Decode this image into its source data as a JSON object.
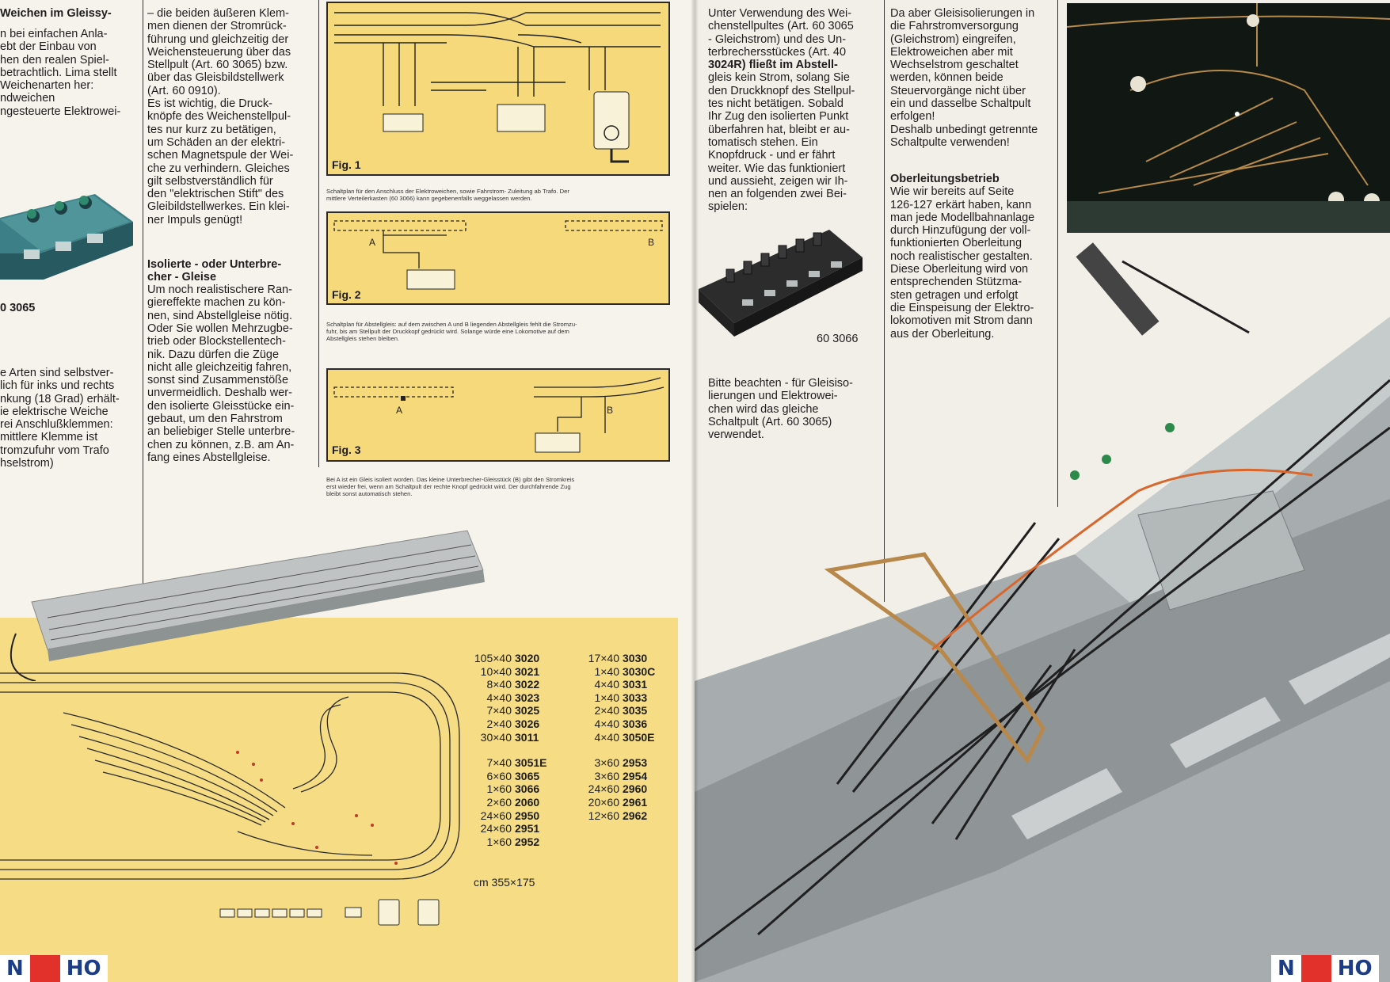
{
  "left": {
    "col1": {
      "heading": "Weichen im Gleissy-",
      "lines": [
        "n bei einfachen Anla-",
        "ebt der Einbau von",
        "hen den realen Spiel-",
        "betrachtlich. Lima stellt",
        "Weichenarten her:",
        "ndweichen",
        "ngesteuerte Elektrowei-"
      ],
      "product_label": "0 3065",
      "lines2": [
        "e Arten sind selbstver-",
        "lich für inks und rechts",
        "nkung (18 Grad) erhält-",
        "ie elektrische Weiche",
        "rei Anschlußklemmen:",
        "mittlere Klemme ist",
        "tromzufuhr vom Trafo",
        "hselstrom)"
      ]
    },
    "col2": {
      "lines": [
        "– die beiden äußeren Klem-",
        "men dienen der Stromrück-",
        "führung und gleichzeitig der",
        "Weichensteuerung über das",
        "Stellpult (Art. 60 3065) bzw.",
        "über das Gleisbildstellwerk",
        "(Art. 60 0910).",
        "Es ist wichtig, die Druck-",
        "knöpfe des Weichenstellpul-",
        "tes nur kurz zu betätigen,",
        "um Schäden an der elektri-",
        "schen Magnetspule der Wei-",
        "che zu verhindern. Gleiches",
        "gilt selbstverständlich für",
        "den \"elektrischen Stift\" des",
        "Gleibildstellwerkes. Ein klei-",
        "ner Impuls genügt!"
      ],
      "heading": [
        "Isolierte - oder Unterbre-",
        "cher - Gleise"
      ],
      "lines2": [
        "Um noch realistischere Ran-",
        "giereffekte machen zu kön-",
        "nen, sind Abstellgleise nötig.",
        "Oder Sie wollen Mehrzugbe-",
        "trieb oder Blockstellentech-",
        "nik. Dazu dürfen die Züge",
        "nicht alle gleichzeitig fahren,",
        "sonst sind Zusammenstöße",
        "unvermeidlich. Deshalb wer-",
        "den isolierte Gleisstücke ein-",
        "gebaut, um den Fahrstrom",
        "an beliebiger Stelle unterbre-",
        "chen zu können, z.B. am An-",
        "fang eines Abstellgleise."
      ]
    },
    "fig1": {
      "label": "Fig. 1",
      "caption": [
        "Schaltplan für den Anschluss der Elektroweichen, sowie Fahrstrom- Zuleitung ab Trafo. Der",
        "mittlere Verteilerkasten (60 3066) kann gegebenenfalls weggelassen werden."
      ]
    },
    "fig2": {
      "label": "Fig. 2",
      "point_a": "A",
      "point_b": "B",
      "caption": [
        "Schaltplan für Abstellgleis: auf dem zwischen A und B liegenden Abstellgleis fehlt die Stromzu-",
        "fuhr, bis am Stellpult der Druckkopf gedrückt wird. Solange würde eine Lokomotive auf dem",
        "Abstellgleis stehen bleiben."
      ]
    },
    "fig3": {
      "label": "Fig. 3",
      "point_a": "A",
      "point_b": "B",
      "caption": [
        "Bei A ist ein Gleis isoliert worden. Das kleine Unterbrecher-Gleisstück (B) gibt den Stromkreis",
        "erst wieder frei, wenn am Schaltpult der rechte Knopf gedrückt wird. Der durchfahrende Zug",
        "bleibt sonst automatisch stehen."
      ]
    },
    "tracklist_col1": [
      {
        "qty": "105×40",
        "art": "3020"
      },
      {
        "qty": "10×40",
        "art": "3021"
      },
      {
        "qty": "8×40",
        "art": "3022"
      },
      {
        "qty": "4×40",
        "art": "3023"
      },
      {
        "qty": "7×40",
        "art": "3025"
      },
      {
        "qty": "2×40",
        "art": "3026"
      },
      {
        "qty": "30×40",
        "art": "3011"
      },
      {
        "qty": "",
        "art": ""
      },
      {
        "qty": "7×40",
        "art": "3051E"
      },
      {
        "qty": "6×60",
        "art": "3065"
      },
      {
        "qty": "1×60",
        "art": "3066"
      },
      {
        "qty": "2×60",
        "art": "2060"
      },
      {
        "qty": "24×60",
        "art": "2950"
      },
      {
        "qty": "24×60",
        "art": "2951"
      },
      {
        "qty": "1×60",
        "art": "2952"
      }
    ],
    "tracklist_col2": [
      {
        "qty": "17×40",
        "art": "3030"
      },
      {
        "qty": "1×40",
        "art": "3030C"
      },
      {
        "qty": "4×40",
        "art": "3031"
      },
      {
        "qty": "1×40",
        "art": "3033"
      },
      {
        "qty": "2×40",
        "art": "3035"
      },
      {
        "qty": "4×40",
        "art": "3036"
      },
      {
        "qty": "4×40",
        "art": "3050E"
      },
      {
        "qty": "",
        "art": ""
      },
      {
        "qty": "3×60",
        "art": "2953"
      },
      {
        "qty": "3×60",
        "art": "2954"
      },
      {
        "qty": "24×60",
        "art": "2960"
      },
      {
        "qty": "20×60",
        "art": "2961"
      },
      {
        "qty": "12×60",
        "art": "2962"
      }
    ],
    "dimensions": "cm 355×175",
    "logo": {
      "n": "N",
      "ho": "HO"
    }
  },
  "right": {
    "col1": {
      "lines": [
        "Unter Verwendung des Wei-",
        "chenstellpultes (Art. 60 3065",
        "- Gleichstrom) und des Un-",
        "terbrechersstückes (Art. 40",
        "3024R) fließt im Abstell-",
        "gleis kein Strom, solang Sie",
        "den Druckknopf des Stellpul-",
        "tes nicht betätigen. Sobald",
        "Ihr Zug den isolierten Punkt",
        "überfahren hat, bleibt er au-",
        "tomatisch stehen. Ein",
        "Knopfdruck - und er fährt",
        "weiter. Wie das funktioniert",
        "und aussieht, zeigen wir Ih-",
        "nen an folgenden zwei Bei-",
        "spielen:"
      ],
      "product_label": "60 3066",
      "lines2": [
        "Bitte beachten - für Gleisiso-",
        "lierungen und Elektrowei-",
        "chen wird das gleiche",
        "Schaltpult (Art. 60 3065)",
        "verwendet."
      ]
    },
    "col2": {
      "lines": [
        "Da aber Gleisisolierungen in",
        "die Fahrstromversorgung",
        "(Gleichstrom) eingreifen,",
        "Elektroweichen aber mit",
        "Wechselstrom geschaltet",
        "werden, können beide",
        "Steuervorgänge nicht über",
        "ein und dasselbe Schaltpult",
        "erfolgen!",
        "Deshalb unbedingt getrennte",
        "Schaltpulte verwenden!"
      ],
      "heading": "Oberleitungsbetrieb",
      "lines2": [
        "Wie wir bereits auf Seite",
        "126-127 erkärt haben, kann",
        "man jede Modellbahnanlage",
        "durch Hinzufügung der voll-",
        "funktionierten Oberleitung",
        "noch realistischer gestalten.",
        "Diese Oberleitung wird von",
        "entsprechenden Stützma-",
        "sten getragen und erfolgt",
        "die Einspeisung der Elektro-",
        "lokomotiven mit Strom dann",
        "aus der Oberleitung."
      ]
    },
    "logo": {
      "n": "N",
      "ho": "HO"
    }
  }
}
